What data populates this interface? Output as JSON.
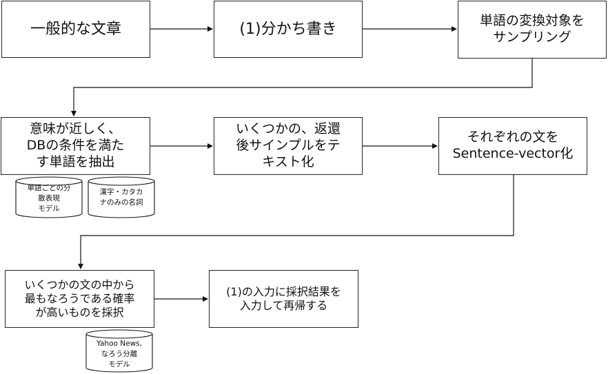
{
  "nodes": {
    "n1": "一般的な文章",
    "n2": "(1)分かち書き",
    "n3": "単語の変換対象を\nサンプリング",
    "n4": "意味が近しく、\nDBの条件を満た\nす単語を抽出",
    "n5": "いくつかの、返還\n後サインプルをテ\nキスト化",
    "n6": "それぞれの文を\nSentence-vector化",
    "n7": "いくつかの文の中から\n最もなろうである確率\nが高いものを採択",
    "n8": "(1)の入力に採択結果を\n入力して再帰する"
  },
  "databases": {
    "db1": "単語ごとの分\n散表現\nモデル",
    "db2": "漢字・カタカ\nナのみの名詞",
    "db3": "Yahoo News,\nなろう分離\nモデル"
  }
}
